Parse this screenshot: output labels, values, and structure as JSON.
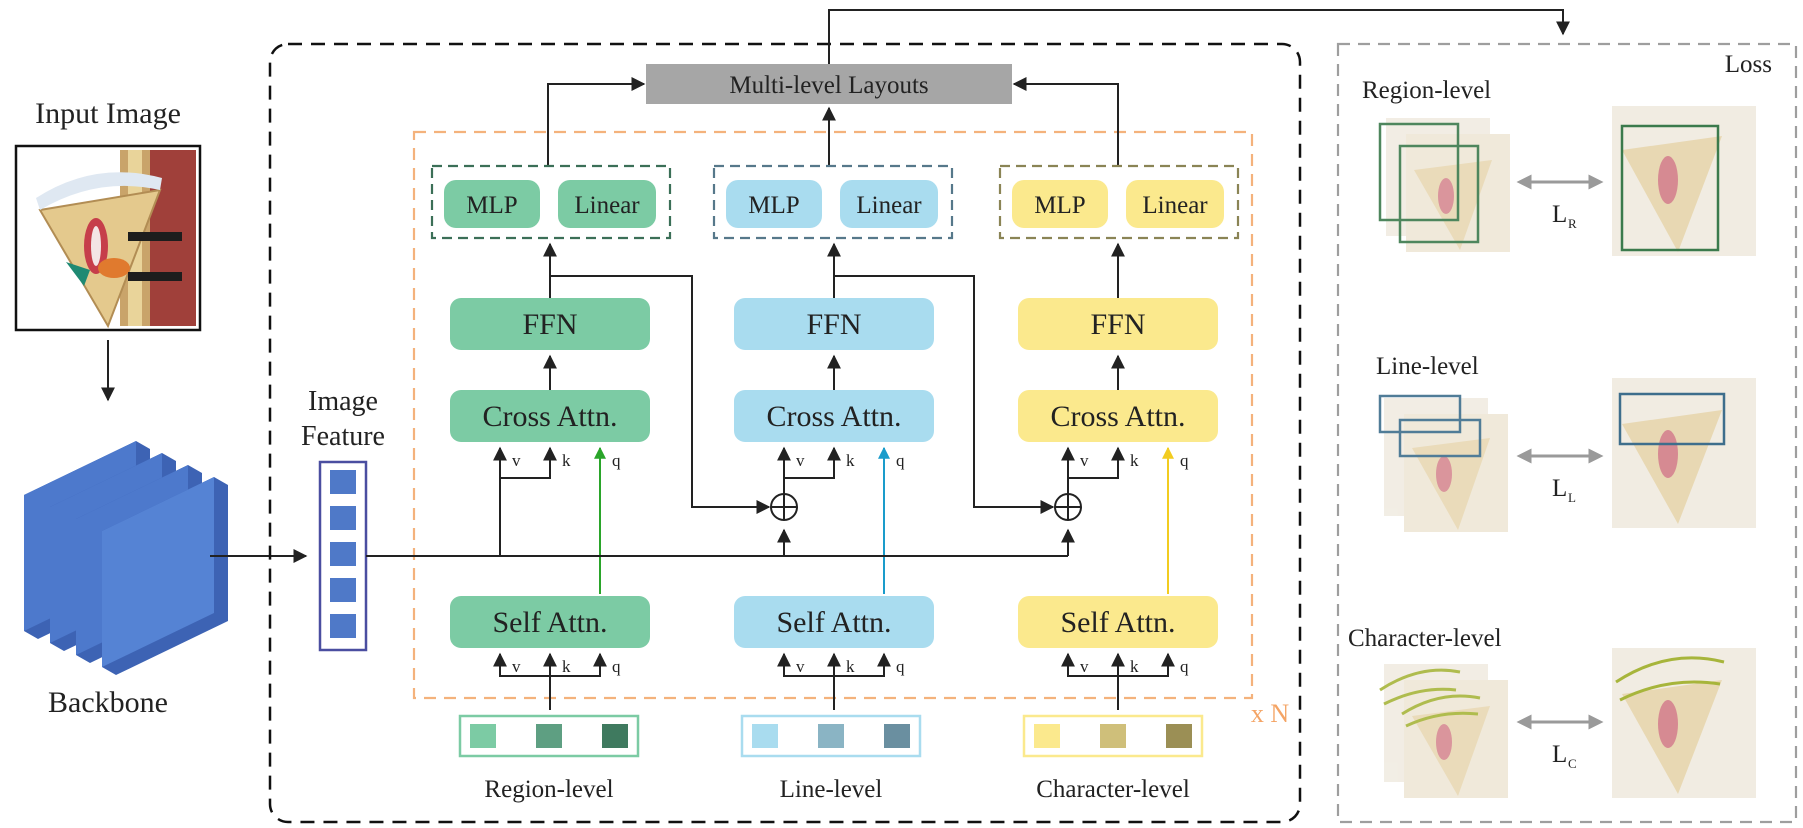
{
  "input": {
    "title": "Input Image"
  },
  "backbone": {
    "label": "Backbone"
  },
  "image_feature": {
    "line1": "Image",
    "line2": "Feature"
  },
  "layouts": {
    "label": "Multi-level Layouts"
  },
  "repeat": {
    "label": "x N"
  },
  "branches": [
    {
      "name": "Region-level",
      "mlp": "MLP",
      "linear": "Linear",
      "ffn": "FFN",
      "cross": "Cross Attn.",
      "self": "Self Attn."
    },
    {
      "name": "Line-level",
      "mlp": "MLP",
      "linear": "Linear",
      "ffn": "FFN",
      "cross": "Cross Attn.",
      "self": "Self Attn."
    },
    {
      "name": "Character-level",
      "mlp": "MLP",
      "linear": "Linear",
      "ffn": "FFN",
      "cross": "Cross Attn.",
      "self": "Self Attn."
    }
  ],
  "attn_inputs": {
    "v": "v",
    "k": "k",
    "q": "q"
  },
  "loss": {
    "title": "Loss",
    "rows": [
      {
        "label": "Region-level",
        "symbol": "L",
        "sub": "R"
      },
      {
        "label": "Line-level",
        "symbol": "L",
        "sub": "L"
      },
      {
        "label": "Character-level",
        "symbol": "L",
        "sub": "C"
      }
    ]
  },
  "colors": {
    "region": "#7ccba4",
    "line": "#a9dcef",
    "char": "#fbe98d",
    "region_border": "#3b6f57",
    "line_border": "#56788a",
    "char_border": "#8a8455",
    "orange_dashed": "#f4b27c",
    "feature_blue": "#4f79c8",
    "feature_border": "#4a4ea0"
  }
}
